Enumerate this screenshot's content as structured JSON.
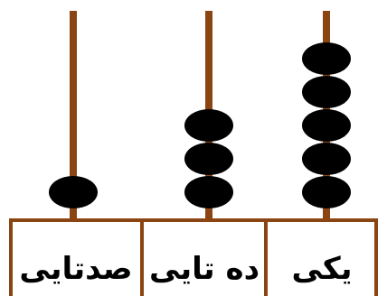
{
  "abacus": {
    "labels": {
      "hundreds": "صدتایی",
      "tens": "ده تایی",
      "ones": "یکی"
    },
    "bead_counts": {
      "hundreds": 1,
      "tens": 3,
      "ones": 5
    },
    "colors": {
      "rod": "#8B4513",
      "bead": "#000000",
      "frame": "#8B4513",
      "background": "#FFFFFF"
    }
  }
}
